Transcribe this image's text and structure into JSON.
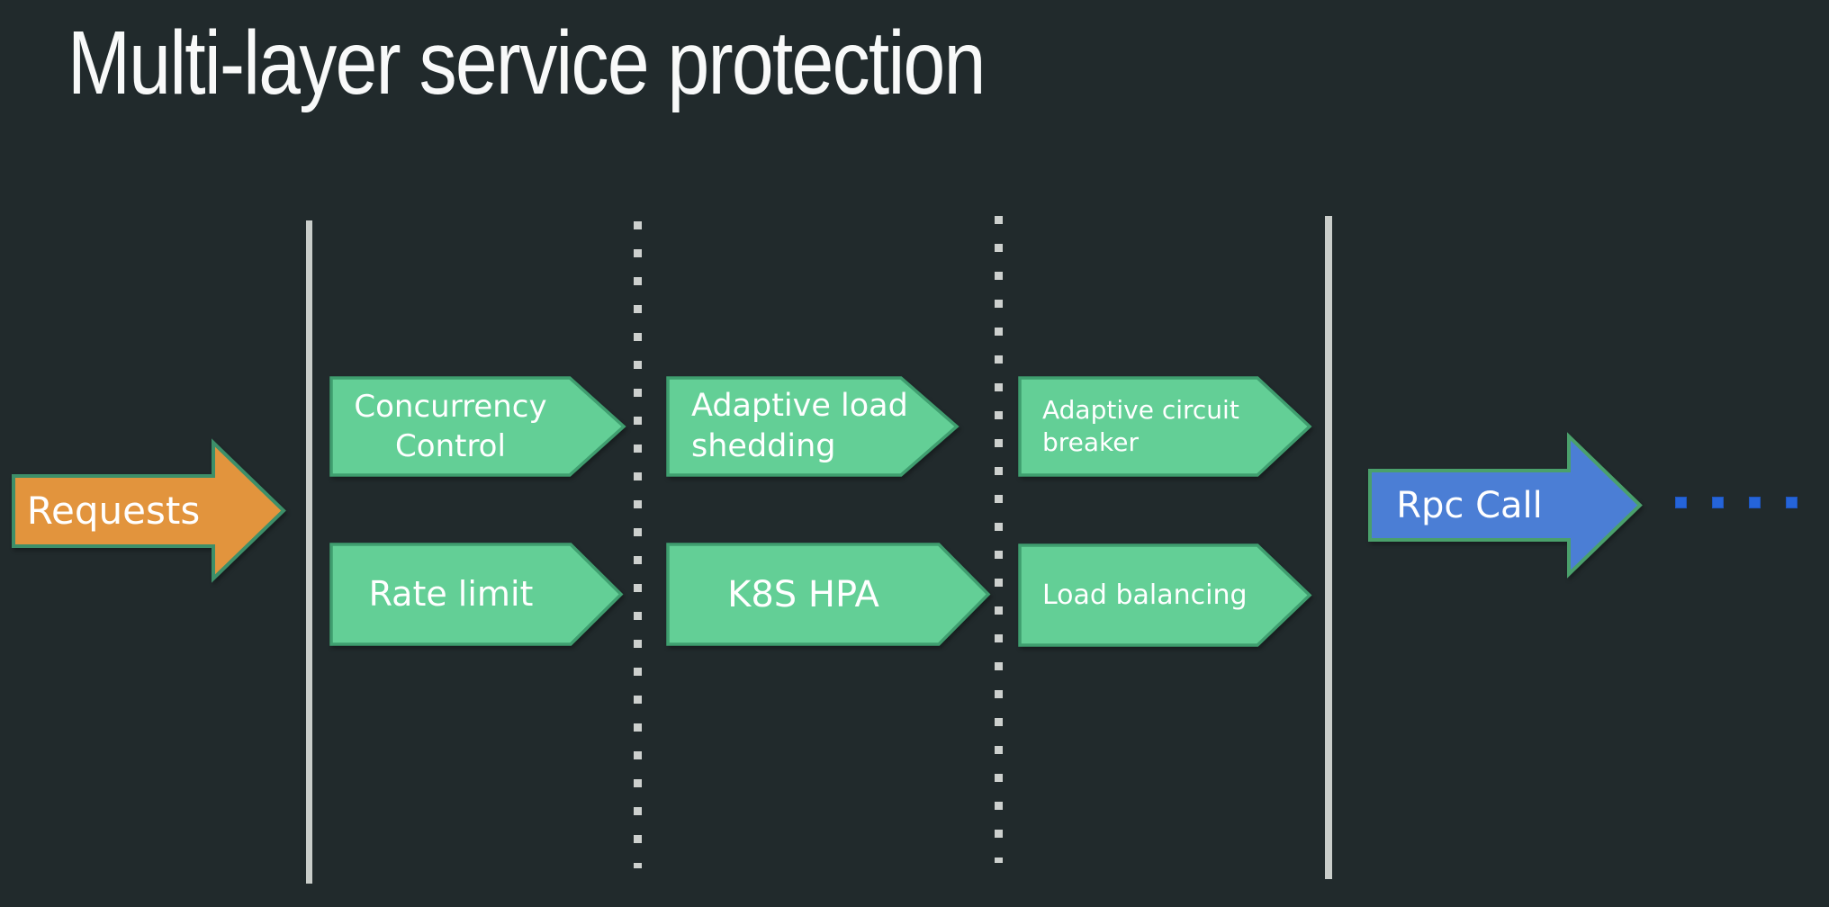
{
  "slide": {
    "title": "Multi-layer service protection"
  },
  "flow": {
    "input": {
      "label": "Requests"
    },
    "output": {
      "label": "Rpc Call"
    },
    "stages": [
      {
        "label": "Concurrency\nControl"
      },
      {
        "label": "Adaptive load\nshedding"
      },
      {
        "label": "Adaptive circuit\nbreaker"
      },
      {
        "label": "Rate limit"
      },
      {
        "label": "K8S HPA"
      },
      {
        "label": "Load balancing"
      }
    ],
    "colors": {
      "background": "#212a2c",
      "stage_fill": "#63cf96",
      "stage_border": "#3f9e6f",
      "input_fill": "#e2943d",
      "output_fill": "#4b7ed5",
      "arrow_border": "#48956b",
      "separator_line": "#c9cdca",
      "continuation_dot": "#2564d9"
    }
  }
}
